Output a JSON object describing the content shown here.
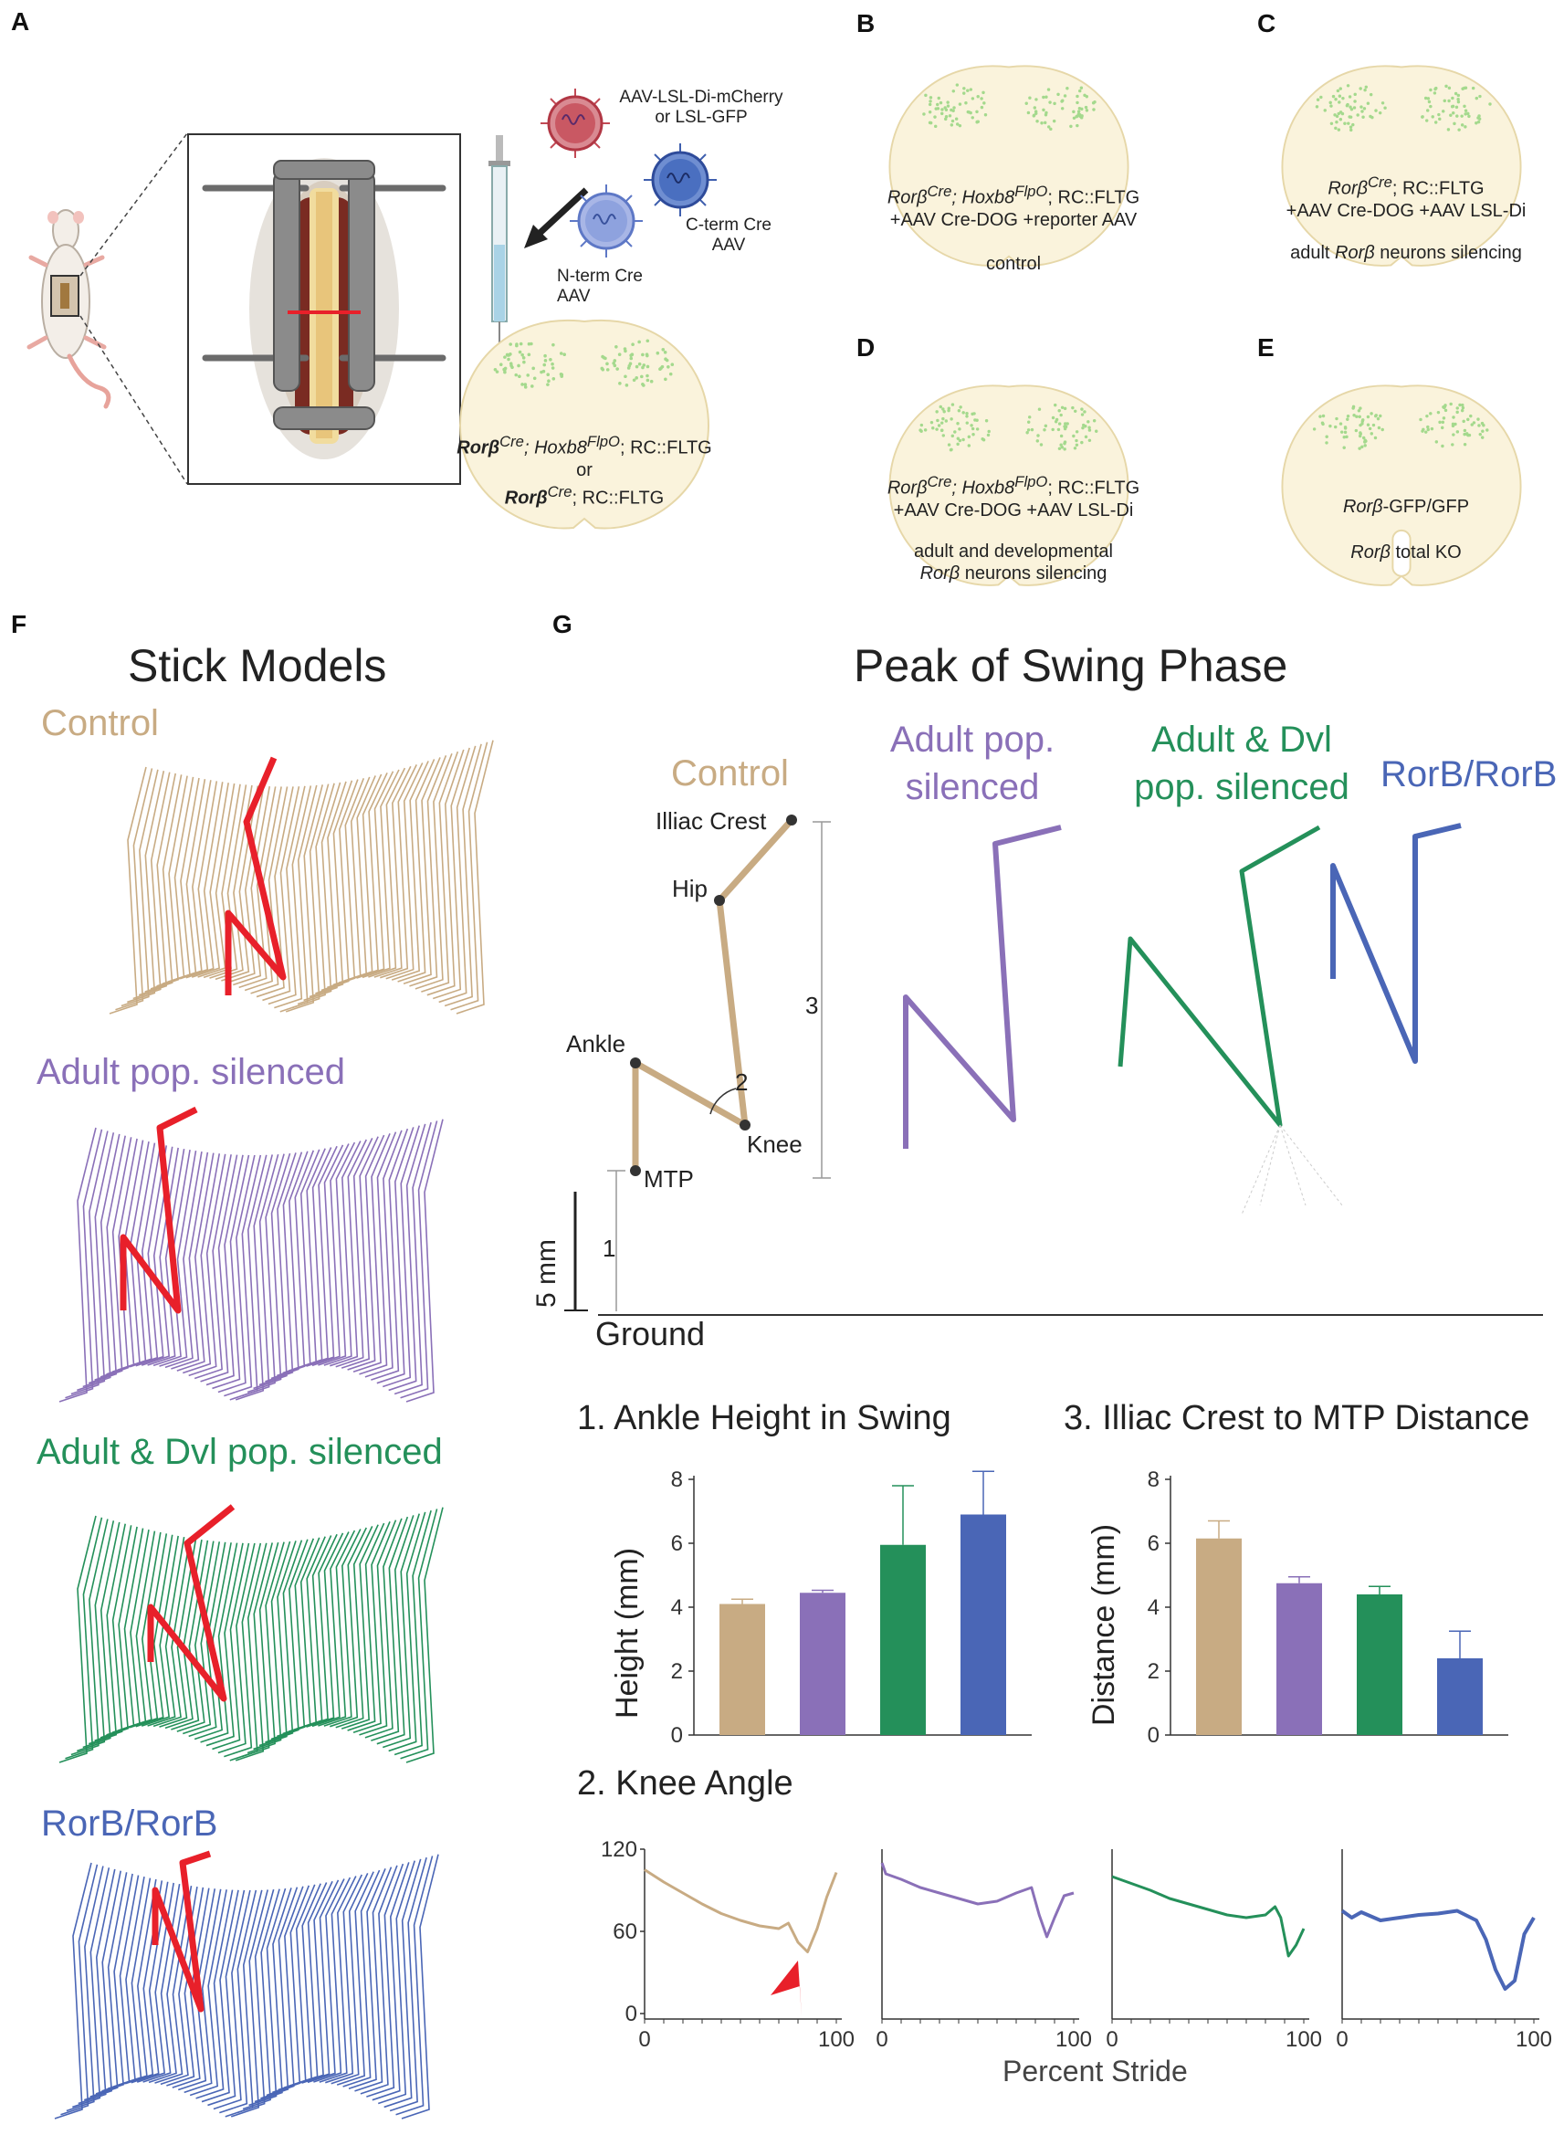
{
  "panels": {
    "A": {
      "label": "A",
      "virus_top": "AAV-LSL-Di-mCherry\nor LSL-GFP",
      "virus_c": "C-term Cre\nAAV",
      "virus_n": "N-term Cre\nAAV",
      "genotype_1": "Rorβ",
      "genotype_1_sup": "Cre",
      "genotype_1_b": "; Hoxb8",
      "genotype_1_b_sup": "FlpO",
      "genotype_1_c": "; RC::FLTG",
      "genotype_or": "or",
      "genotype_2": "Rorβ",
      "genotype_2_sup": "Cre",
      "genotype_2_b": "; RC::FLTG"
    },
    "B": {
      "label": "B",
      "line1": "Rorβ",
      "line1_sup": "Cre",
      "line1_b": "; Hoxb8",
      "line1_b_sup": "FlpO",
      "line1_c": "; RC::FLTG",
      "line2": "+AAV Cre-DOG +reporter AAV",
      "caption": "control"
    },
    "C": {
      "label": "C",
      "line1": "Rorβ",
      "line1_sup": "Cre",
      "line1_b": "; RC::FLTG",
      "line2": "+AAV Cre-DOG +AAV LSL-Di",
      "caption_a": "adult ",
      "caption_i": "Rorβ",
      "caption_b": " neurons silencing"
    },
    "D": {
      "label": "D",
      "line1": "Rorβ",
      "line1_sup": "Cre",
      "line1_b": "; Hoxb8",
      "line1_b_sup": "FlpO",
      "line1_c": "; RC::FLTG",
      "line2": "+AAV Cre-DOG +AAV LSL-Di",
      "caption_1": "adult and developmental",
      "caption_i": "Rorβ",
      "caption_b": " neurons silencing"
    },
    "E": {
      "label": "E",
      "line1_i": "Rorβ",
      "line1_b": "-GFP/GFP",
      "caption_i": "Rorβ",
      "caption_b": " total KO"
    },
    "F": {
      "label": "F",
      "title": "Stick Models",
      "groups": [
        "Control",
        "Adult pop. silenced",
        "Adult & Dvl pop. silenced",
        "RorB/RorB"
      ]
    },
    "G": {
      "label": "G",
      "title": "Peak of Swing Phase",
      "groups": [
        "Control",
        "Adult pop.\nsilenced",
        "Adult & Dvl\npop. silenced",
        "RorB/RorB"
      ],
      "joints": [
        "Illiac Crest",
        "Hip",
        "Ankle",
        "Knee",
        "MTP"
      ],
      "measure_labels": [
        "1",
        "2",
        "3"
      ],
      "scale_label": "5 mm",
      "ground_label": "Ground"
    }
  },
  "colors": {
    "control": "#c8ab83",
    "adult": "#8a70b8",
    "dvl": "#24905a",
    "rorb": "#4a66b6",
    "highlight": "#e8202a"
  },
  "chart_data": [
    {
      "type": "bar",
      "title": "1. Ankle Height in Swing",
      "ylabel": "Height (mm)",
      "ylim": [
        0,
        8
      ],
      "yticks": [
        0,
        2,
        4,
        6,
        8
      ],
      "values": [
        4.1,
        4.45,
        5.95,
        6.9
      ],
      "errors": [
        0.15,
        0.08,
        1.85,
        1.35
      ]
    },
    {
      "type": "bar",
      "title": "3. Illiac Crest to MTP Distance",
      "ylabel": "Distance (mm)",
      "ylim": [
        0,
        8
      ],
      "yticks": [
        0,
        2,
        4,
        6,
        8
      ],
      "values": [
        6.15,
        4.75,
        4.4,
        2.4
      ],
      "errors": [
        0.55,
        0.2,
        0.25,
        0.85
      ]
    },
    {
      "type": "line",
      "title": "2. Knee Angle",
      "xlabel": "Percent Stride",
      "ylim": [
        0,
        120
      ],
      "yticks": [
        0,
        60,
        120
      ],
      "xticks": [
        0,
        100
      ],
      "series": [
        {
          "x": [
            0,
            10,
            20,
            30,
            40,
            50,
            60,
            70,
            75,
            80,
            85,
            90,
            95,
            100
          ],
          "y": [
            105,
            96,
            88,
            80,
            73,
            68,
            64,
            62,
            66,
            52,
            45,
            62,
            85,
            103
          ]
        },
        {
          "x": [
            0,
            2,
            10,
            20,
            30,
            40,
            50,
            60,
            70,
            78,
            82,
            86,
            90,
            95,
            100
          ],
          "y": [
            110,
            102,
            98,
            92,
            88,
            84,
            80,
            82,
            88,
            92,
            72,
            56,
            70,
            86,
            88
          ]
        },
        {
          "x": [
            0,
            10,
            20,
            30,
            40,
            50,
            60,
            70,
            80,
            85,
            88,
            92,
            96,
            100
          ],
          "y": [
            100,
            95,
            90,
            84,
            80,
            76,
            72,
            70,
            72,
            78,
            70,
            42,
            50,
            62
          ]
        },
        {
          "x": [
            0,
            5,
            10,
            20,
            30,
            40,
            50,
            60,
            70,
            75,
            80,
            85,
            90,
            95,
            100
          ],
          "y": [
            75,
            70,
            74,
            68,
            70,
            72,
            73,
            75,
            68,
            54,
            32,
            18,
            24,
            58,
            70
          ]
        }
      ]
    }
  ]
}
